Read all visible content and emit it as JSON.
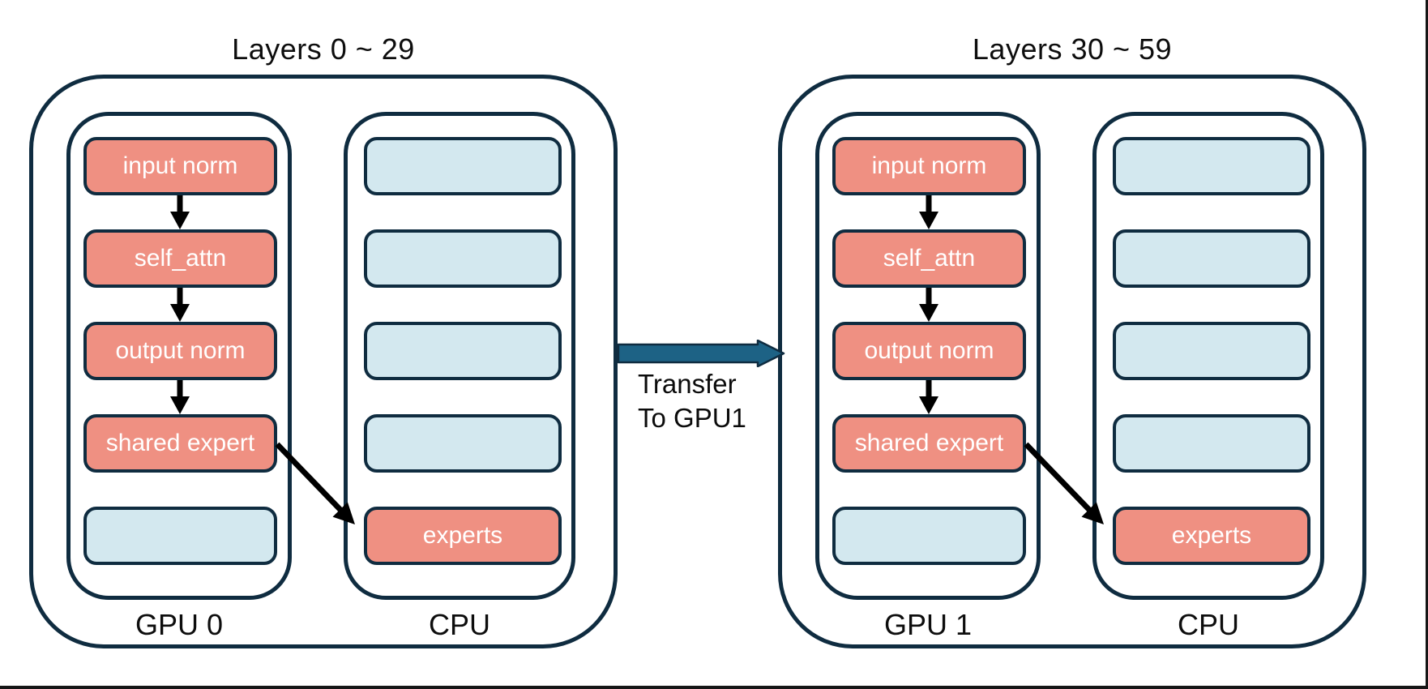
{
  "groups": [
    {
      "title": "Layers 0 ~ 29",
      "gpu": {
        "label": "GPU 0",
        "nodes": [
          "input norm",
          "self_attn",
          "output norm",
          "shared expert"
        ]
      },
      "cpu": {
        "label": "CPU",
        "expert_label": "experts"
      }
    },
    {
      "title": "Layers 30 ~ 59",
      "gpu": {
        "label": "GPU 1",
        "nodes": [
          "input norm",
          "self_attn",
          "output norm",
          "shared expert"
        ]
      },
      "cpu": {
        "label": "CPU",
        "expert_label": "experts"
      }
    }
  ],
  "transfer": {
    "line1": "Transfer",
    "line2": "To GPU1"
  },
  "colors": {
    "outline_navy": "#0f2c40",
    "salmon_fill": "#ef9082",
    "light_blue_fill": "#d3e8ef",
    "transfer_arrow_fill": "#1d6285",
    "flow_arrow_black": "#000000",
    "text_dark": "#0d0d0d",
    "node_text_white": "#ffffff"
  }
}
